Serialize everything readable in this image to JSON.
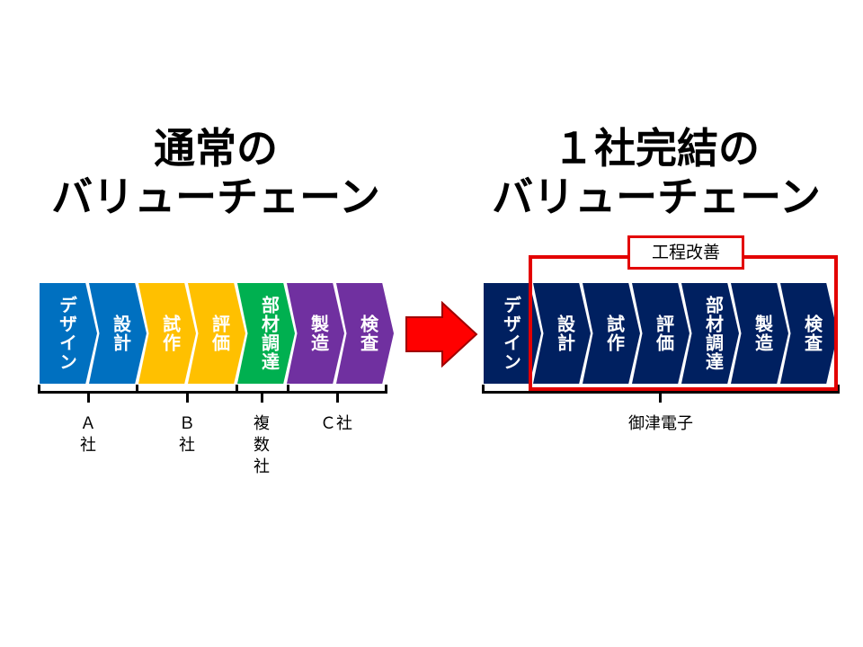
{
  "left": {
    "title_lines": [
      "通常の",
      "バリューチェーン"
    ],
    "steps": [
      {
        "label": "デザイン",
        "color": "#0070c0"
      },
      {
        "label": "設計",
        "color": "#0070c0"
      },
      {
        "label": "試作",
        "color": "#ffc000"
      },
      {
        "label": "評価",
        "color": "#ffc000"
      },
      {
        "label": "部材調達",
        "color": "#00b050"
      },
      {
        "label": "製造",
        "color": "#7030a0"
      },
      {
        "label": "検査",
        "color": "#7030a0"
      }
    ],
    "groups": [
      {
        "label": "Ａ社"
      },
      {
        "label": "Ｂ社"
      },
      {
        "label": "複数社"
      },
      {
        "label": "Ｃ社"
      }
    ]
  },
  "right": {
    "title_lines": [
      "１社完結の",
      "バリューチェーン"
    ],
    "step_color": "#002060",
    "steps": [
      {
        "label": "デザイン"
      },
      {
        "label": "設計"
      },
      {
        "label": "試作"
      },
      {
        "label": "評価"
      },
      {
        "label": "部材調達"
      },
      {
        "label": "製造"
      },
      {
        "label": "検査"
      }
    ],
    "group_label": "御津電子",
    "improvement_label": "工程改善",
    "highlight_color": "#e30000"
  },
  "arrow_color": "#ff0000"
}
